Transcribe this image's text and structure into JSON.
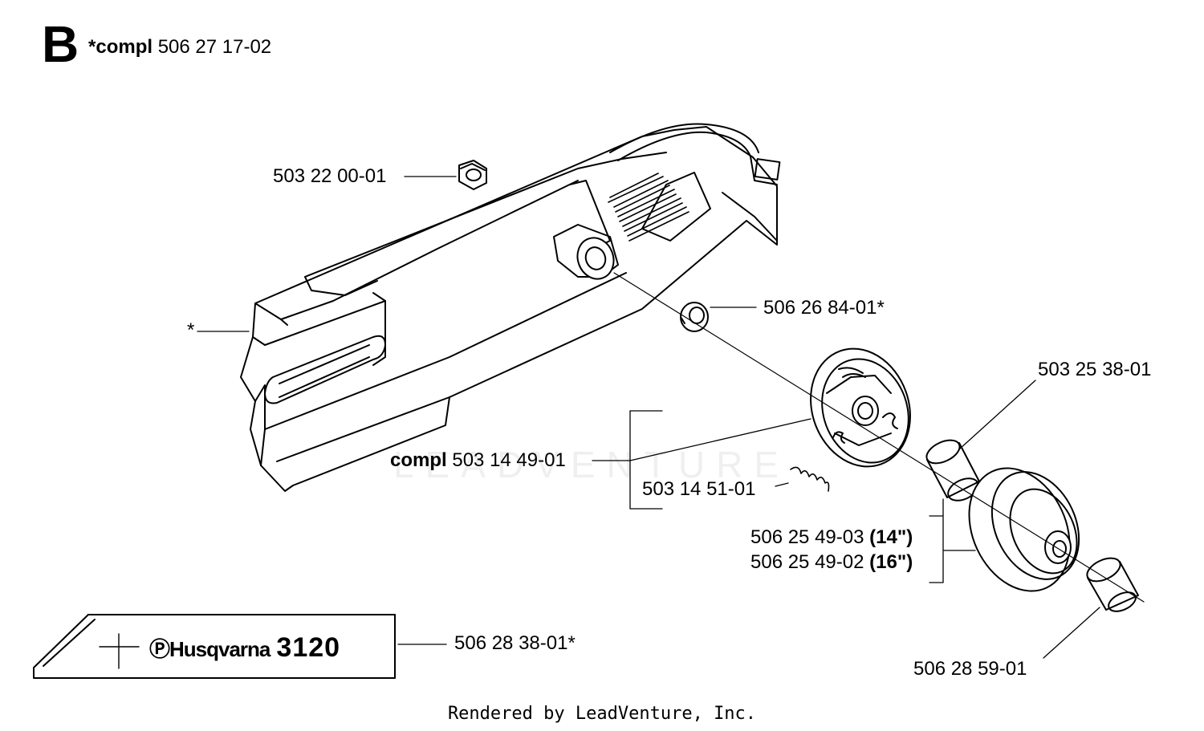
{
  "header": {
    "section_letter": "B",
    "compl_label": "*compl",
    "compl_part": "506 27 17-02"
  },
  "parts": [
    {
      "id": "nut",
      "part_no": "503 22 00-01"
    },
    {
      "id": "spacer",
      "part_no": "506 26 84-01*"
    },
    {
      "id": "cover",
      "part_no": "*"
    },
    {
      "id": "needle-bearing",
      "part_no": "503 25 38-01"
    },
    {
      "id": "clutch",
      "prefix": "compl",
      "part_no": "503 14 49-01"
    },
    {
      "id": "spring",
      "part_no": "503 14 51-01"
    },
    {
      "id": "drum-14",
      "part_no": "506 25 49-03",
      "size": "(14\")"
    },
    {
      "id": "drum-16",
      "part_no": "506 25 49-02",
      "size": "(16\")"
    },
    {
      "id": "decal",
      "part_no": "506 28 38-01*"
    },
    {
      "id": "washer",
      "part_no": "506 28 59-01"
    }
  ],
  "decal": {
    "brand": "Husqvarna",
    "model": "3120"
  },
  "watermark": "LEADVENTURE",
  "footer": "Rendered by LeadVenture, Inc."
}
